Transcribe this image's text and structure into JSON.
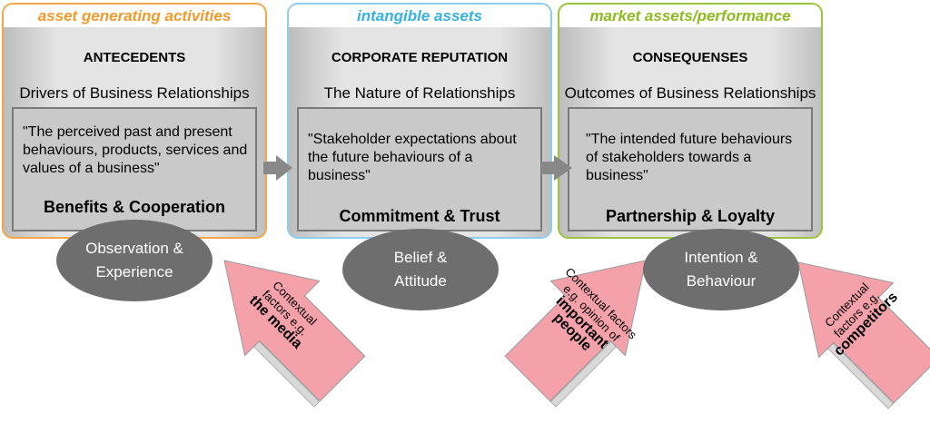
{
  "panels": [
    {
      "header": "asset generating activities",
      "header_color": "#f39a2a",
      "border_color": "#f5a745",
      "title": "ANTECEDENTS",
      "subtitle": "Drivers of Business Relationships",
      "quote": "\"The perceived past and present behaviours, products, services and values of a business\"",
      "bold": "Benefits & Cooperation"
    },
    {
      "header": "intangible assets",
      "header_color": "#35b0e3",
      "border_color": "#8fcdec",
      "title": "CORPORATE REPUTATION",
      "subtitle": "The Nature of Relationships",
      "quote": "\"Stakeholder expectations about the future behaviours of a business\"",
      "bold": "Commitment & Trust"
    },
    {
      "header": "market assets/performance",
      "header_color": "#8dbb1f",
      "border_color": "#9cc43a",
      "title": "CONSEQUENSES",
      "subtitle": "Outcomes of Business Relationships",
      "quote": "\"The intended future behaviours of stakeholders towards a business\"",
      "bold": "Partnership & Loyalty"
    }
  ],
  "ovals": [
    {
      "line1": "Observation &",
      "line2": "Experience"
    },
    {
      "line1": "Belief &",
      "line2": "Attitude"
    },
    {
      "line1": "Intention &",
      "line2": "Behaviour"
    }
  ],
  "context_arrows": [
    {
      "line1": "Contextual",
      "line2": "factors e.g.",
      "bold1": "the media",
      "bold2": ""
    },
    {
      "line1": "Contextual factors",
      "line2": "e.g. opinion of",
      "bold1": "important",
      "bold2": "people"
    },
    {
      "line1": "Contextual",
      "line2": "factors e.g.",
      "bold1": "competitors",
      "bold2": ""
    }
  ],
  "colors": {
    "panel_fill": "#e4e4e4",
    "quote_fill": "#c9c9c9",
    "oval_fill": "#6e6e6e",
    "arrow_pink": "#f4a1aa",
    "flow_arrow": "#888888"
  }
}
